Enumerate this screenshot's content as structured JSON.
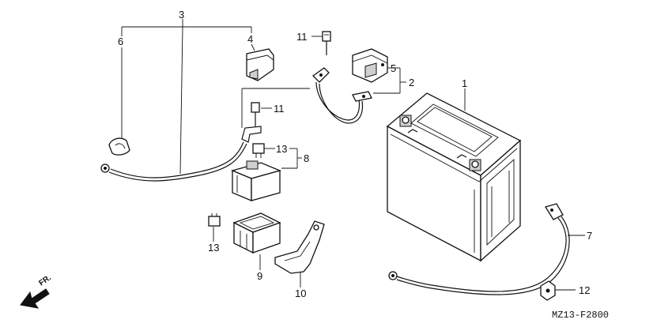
{
  "diagram": {
    "code": "MZ13-F2800",
    "fr": "FR.",
    "callouts": {
      "c1": "1",
      "c2": "2",
      "c3": "3",
      "c4": "4",
      "c5": "5",
      "c6": "6",
      "c7": "7",
      "c8": "8",
      "c9": "9",
      "c10": "10",
      "c11a": "11",
      "c11b": "11",
      "c12": "12",
      "c13a": "13",
      "c13b": "13"
    }
  }
}
